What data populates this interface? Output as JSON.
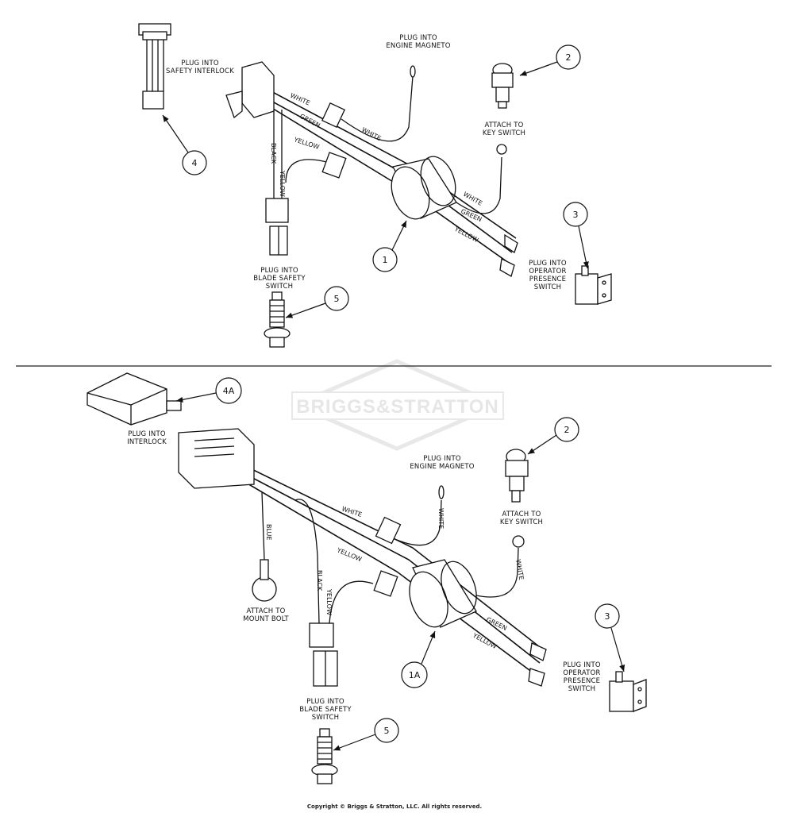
{
  "watermark": {
    "brand": "BRIGGS&STRATTON"
  },
  "top": {
    "labels": {
      "safety_interlock": [
        "PLUG INTO",
        "SAFETY INTERLOCK"
      ],
      "engine_magneto": [
        "PLUG INTO",
        "ENGINE MAGNETO"
      ],
      "key_switch": [
        "ATTACH TO",
        "KEY SWITCH"
      ],
      "blade_safety": [
        "PLUG INTO",
        "BLADE SAFETY",
        "SWITCH"
      ],
      "operator_presence": [
        "PLUG INTO",
        "OPERATOR",
        "PRESENCE",
        "SWITCH"
      ]
    },
    "wires": {
      "white1": "WHITE",
      "white2": "WHITE",
      "green1": "GREEN",
      "yellow1": "YELLOW",
      "black": "BLACK",
      "yellow_v": "YELLOW",
      "white3": "WHITE",
      "green2": "GREEN",
      "yellow2": "YELLOW"
    },
    "callouts": {
      "c1": "1",
      "c2": "2",
      "c3": "3",
      "c4": "4",
      "c5": "5"
    }
  },
  "bottom": {
    "labels": {
      "interlock": [
        "PLUG INTO",
        "INTERLOCK"
      ],
      "engine_magneto": [
        "PLUG INTO",
        "ENGINE MAGNETO"
      ],
      "key_switch": [
        "ATTACH TO",
        "KEY SWITCH"
      ],
      "mount_bolt": [
        "ATTACH TO",
        "MOUNT BOLT"
      ],
      "blade_safety": [
        "PLUG INTO",
        "BLADE SAFETY",
        "SWITCH"
      ],
      "operator_presence": [
        "PLUG INTO",
        "OPERATOR",
        "PRESENCE",
        "SWITCH"
      ]
    },
    "wires": {
      "white1": "WHITE",
      "white_mag": "WHITE",
      "blue": "BLUE",
      "yellow1": "YELLOW",
      "black": "BLACK",
      "yellow_v": "YELLOW",
      "white_key": "WHITE",
      "green": "GREEN",
      "yellow2": "YELLOW"
    },
    "callouts": {
      "c1A": "1A",
      "c2": "2",
      "c3": "3",
      "c4A": "4A",
      "c5": "5"
    }
  },
  "footer": {
    "copyright": "Copyright © Briggs & Stratton, LLC. All rights reserved."
  }
}
